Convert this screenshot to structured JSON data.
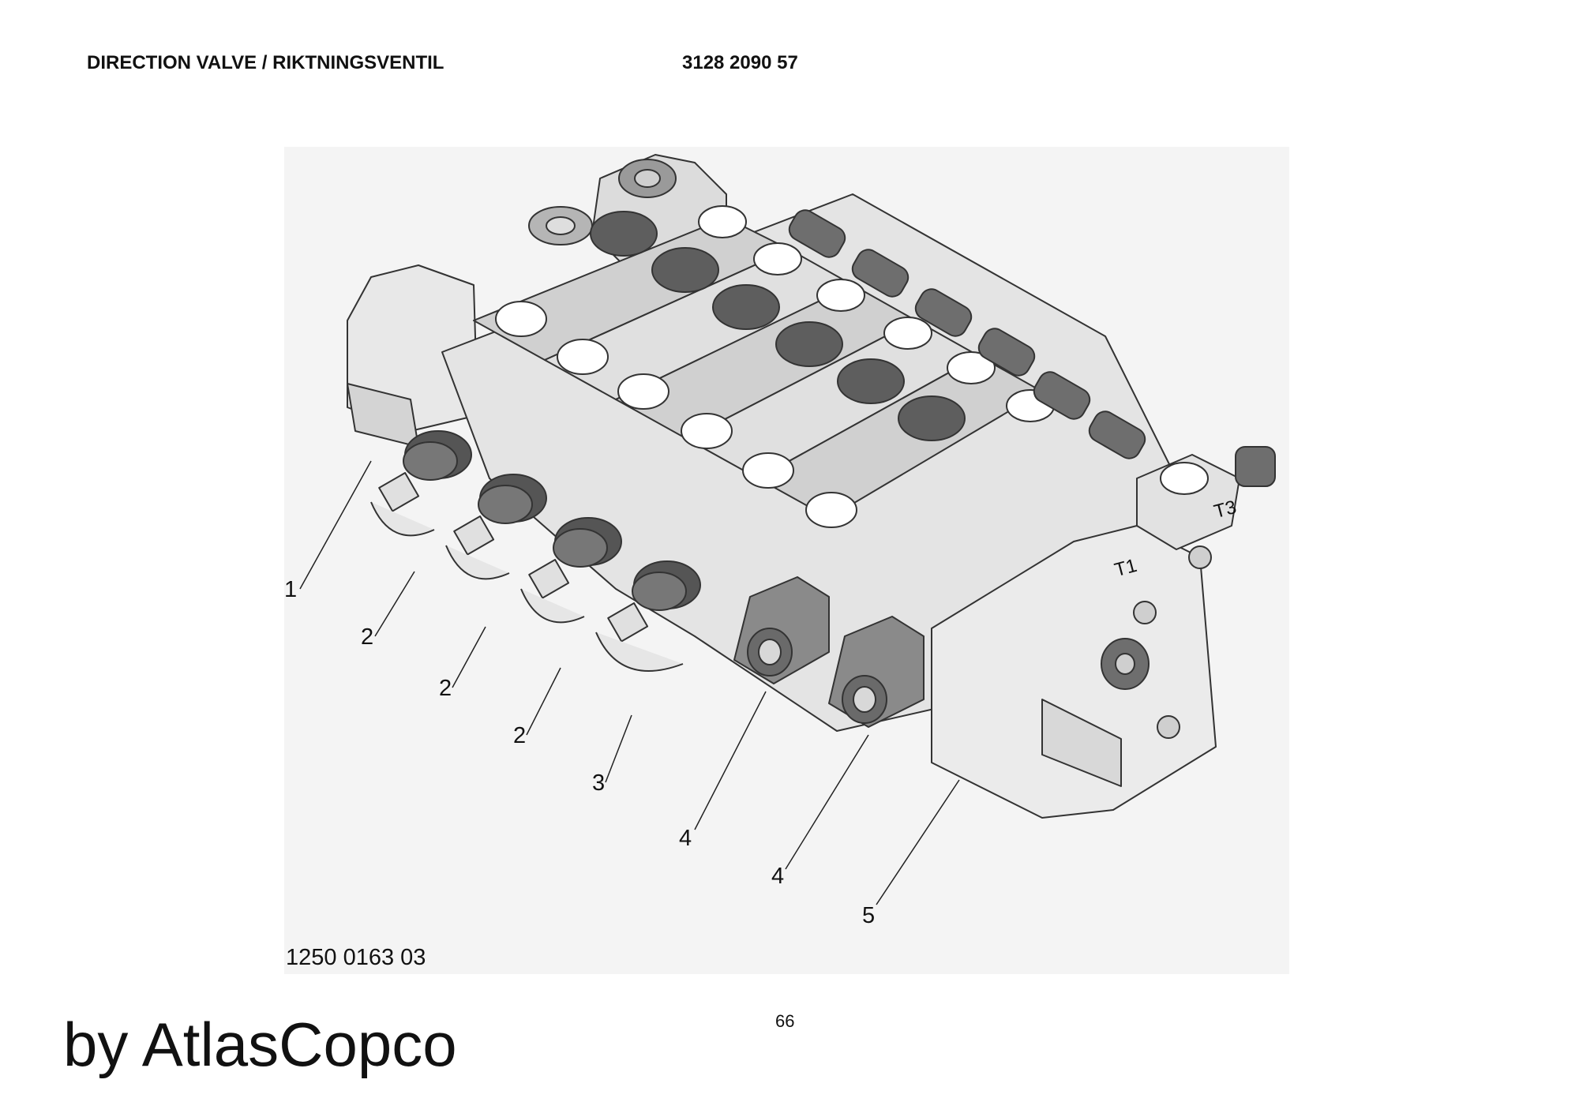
{
  "header": {
    "title": "DIRECTION VALVE / RIKTNINGSVENTIL",
    "part_number": "3128 2090 57"
  },
  "figure": {
    "drawing_number": "1250 0163 03",
    "port_labels": {
      "t1": "T1",
      "t3": "T3"
    },
    "callouts": [
      {
        "id": "c1",
        "label": "1"
      },
      {
        "id": "c2a",
        "label": "2"
      },
      {
        "id": "c2b",
        "label": "2"
      },
      {
        "id": "c2c",
        "label": "2"
      },
      {
        "id": "c3",
        "label": "3"
      },
      {
        "id": "c4a",
        "label": "4"
      },
      {
        "id": "c4b",
        "label": "4"
      },
      {
        "id": "c5",
        "label": "5"
      }
    ]
  },
  "footer": {
    "page_number": "66",
    "brand": "by AtlasCopco"
  }
}
